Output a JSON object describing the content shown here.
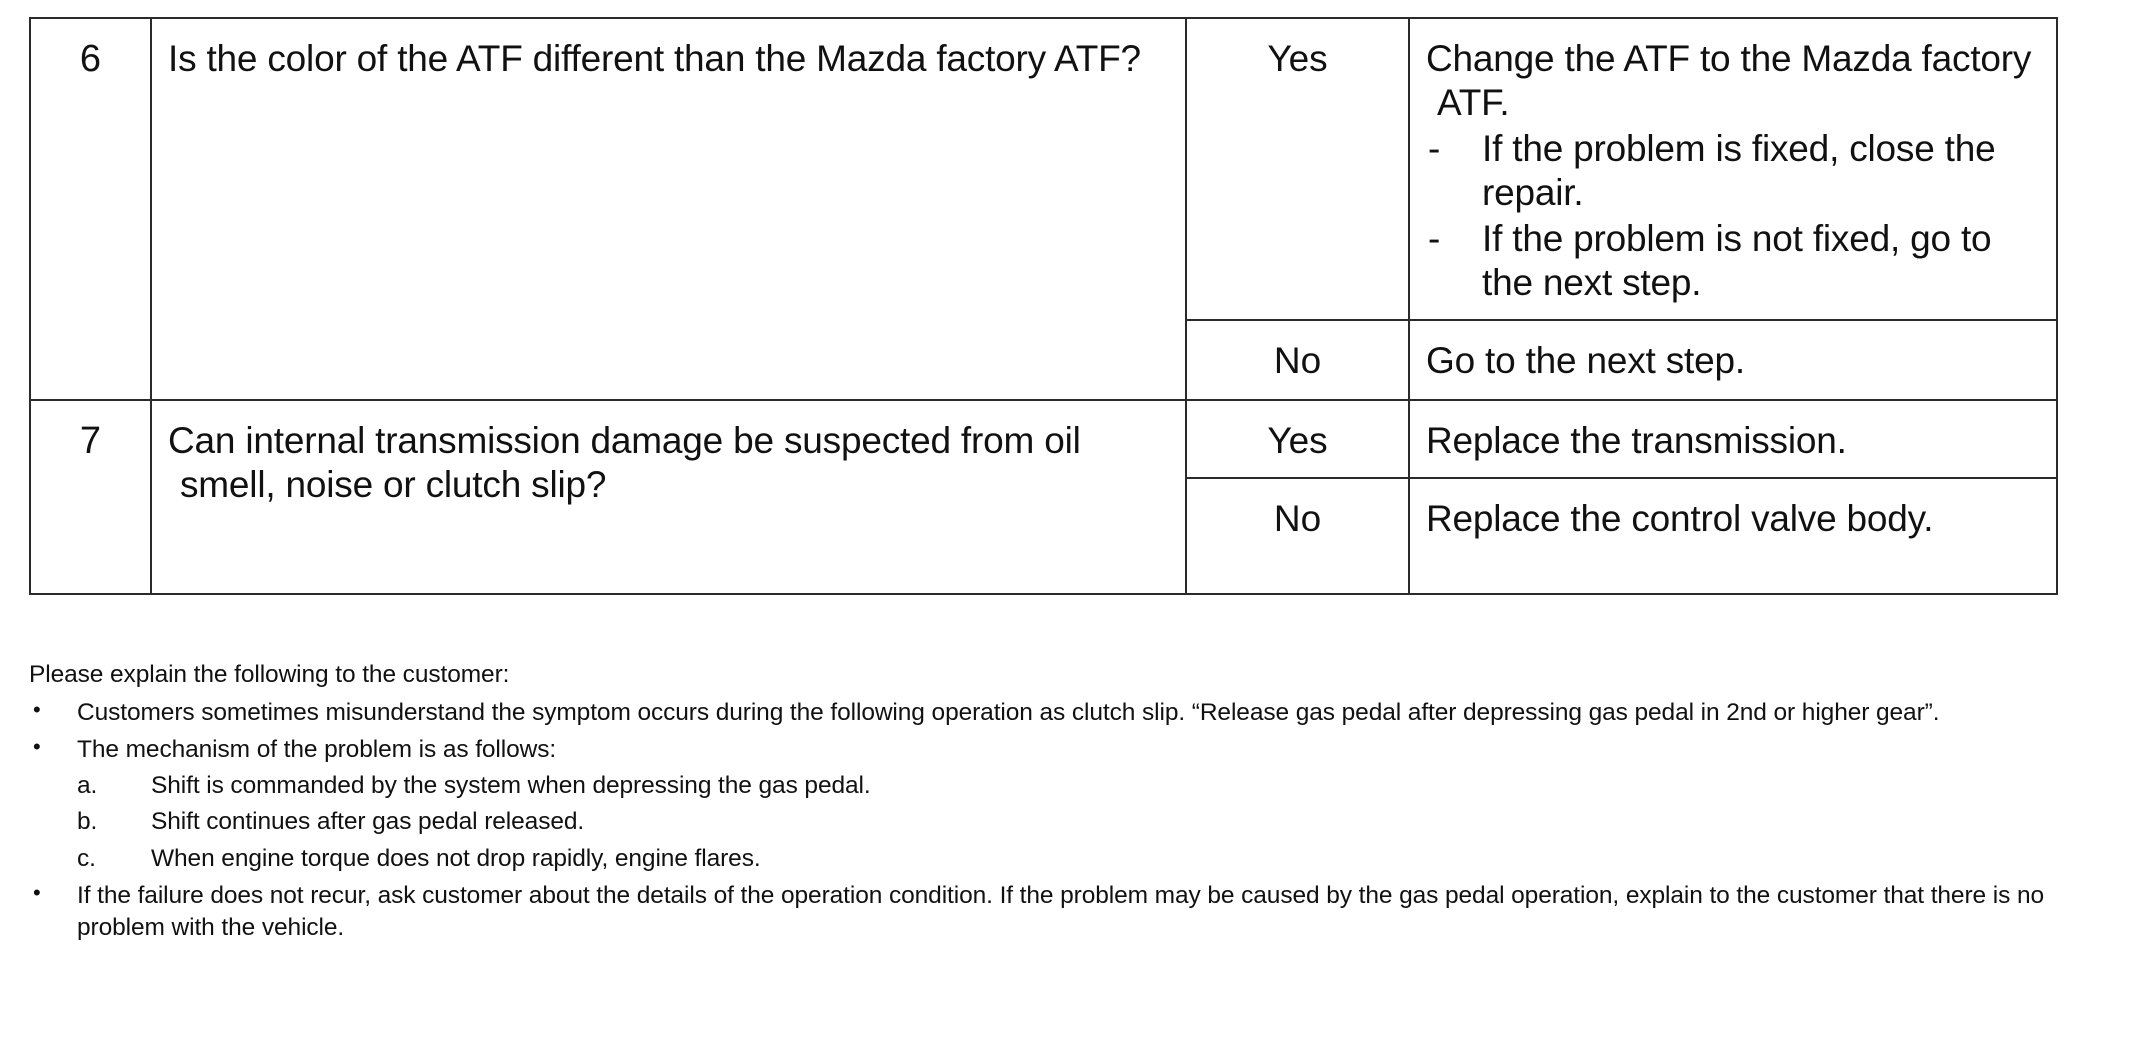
{
  "document": {
    "table": {
      "rows": [
        {
          "number": "6",
          "question": "Is the color of the ATF different than the Mazda factory ATF?",
          "branches": [
            {
              "answer": "Yes",
              "action_main": "Change the ATF to the Mazda factory ATF.",
              "action_items": [
                {
                  "dash": "-",
                  "text": "If the problem is fixed, close the repair."
                },
                {
                  "dash": "-",
                  "text": "If the problem is not fixed, go to the next step."
                }
              ]
            },
            {
              "answer": "No",
              "action_main": "Go to the next step.",
              "action_items": []
            }
          ]
        },
        {
          "number": "7",
          "question": "Can internal transmission damage be suspected from oil smell, noise or clutch slip?",
          "branches": [
            {
              "answer": "Yes",
              "action_main": "Replace the transmission.",
              "action_items": []
            },
            {
              "answer": "No",
              "action_main": "Replace the control valve body.",
              "action_items": []
            }
          ]
        }
      ]
    },
    "notes": {
      "lead": "Please explain the following to the customer:",
      "bullet_glyph": "•",
      "items": [
        {
          "text": "Customers sometimes misunderstand the symptom occurs during the following operation as clutch slip. “Release gas pedal after depressing gas pedal in 2nd or higher gear”."
        },
        {
          "text": "The mechanism of the problem is as follows:",
          "sub": [
            {
              "mark": "a.",
              "text": "Shift is commanded by the system when depressing the gas pedal."
            },
            {
              "mark": "b.",
              "text": "Shift continues after gas pedal released."
            },
            {
              "mark": "c.",
              "text": "When engine torque does not drop rapidly, engine flares."
            }
          ]
        },
        {
          "text": "If the failure does not recur, ask customer about the details of the operation condition. If the problem may be caused by the gas pedal operation, explain to the customer that there is no problem with the vehicle."
        }
      ]
    },
    "colors": {
      "border": "#2b2b2b",
      "text": "#111111",
      "background": "#ffffff"
    }
  }
}
